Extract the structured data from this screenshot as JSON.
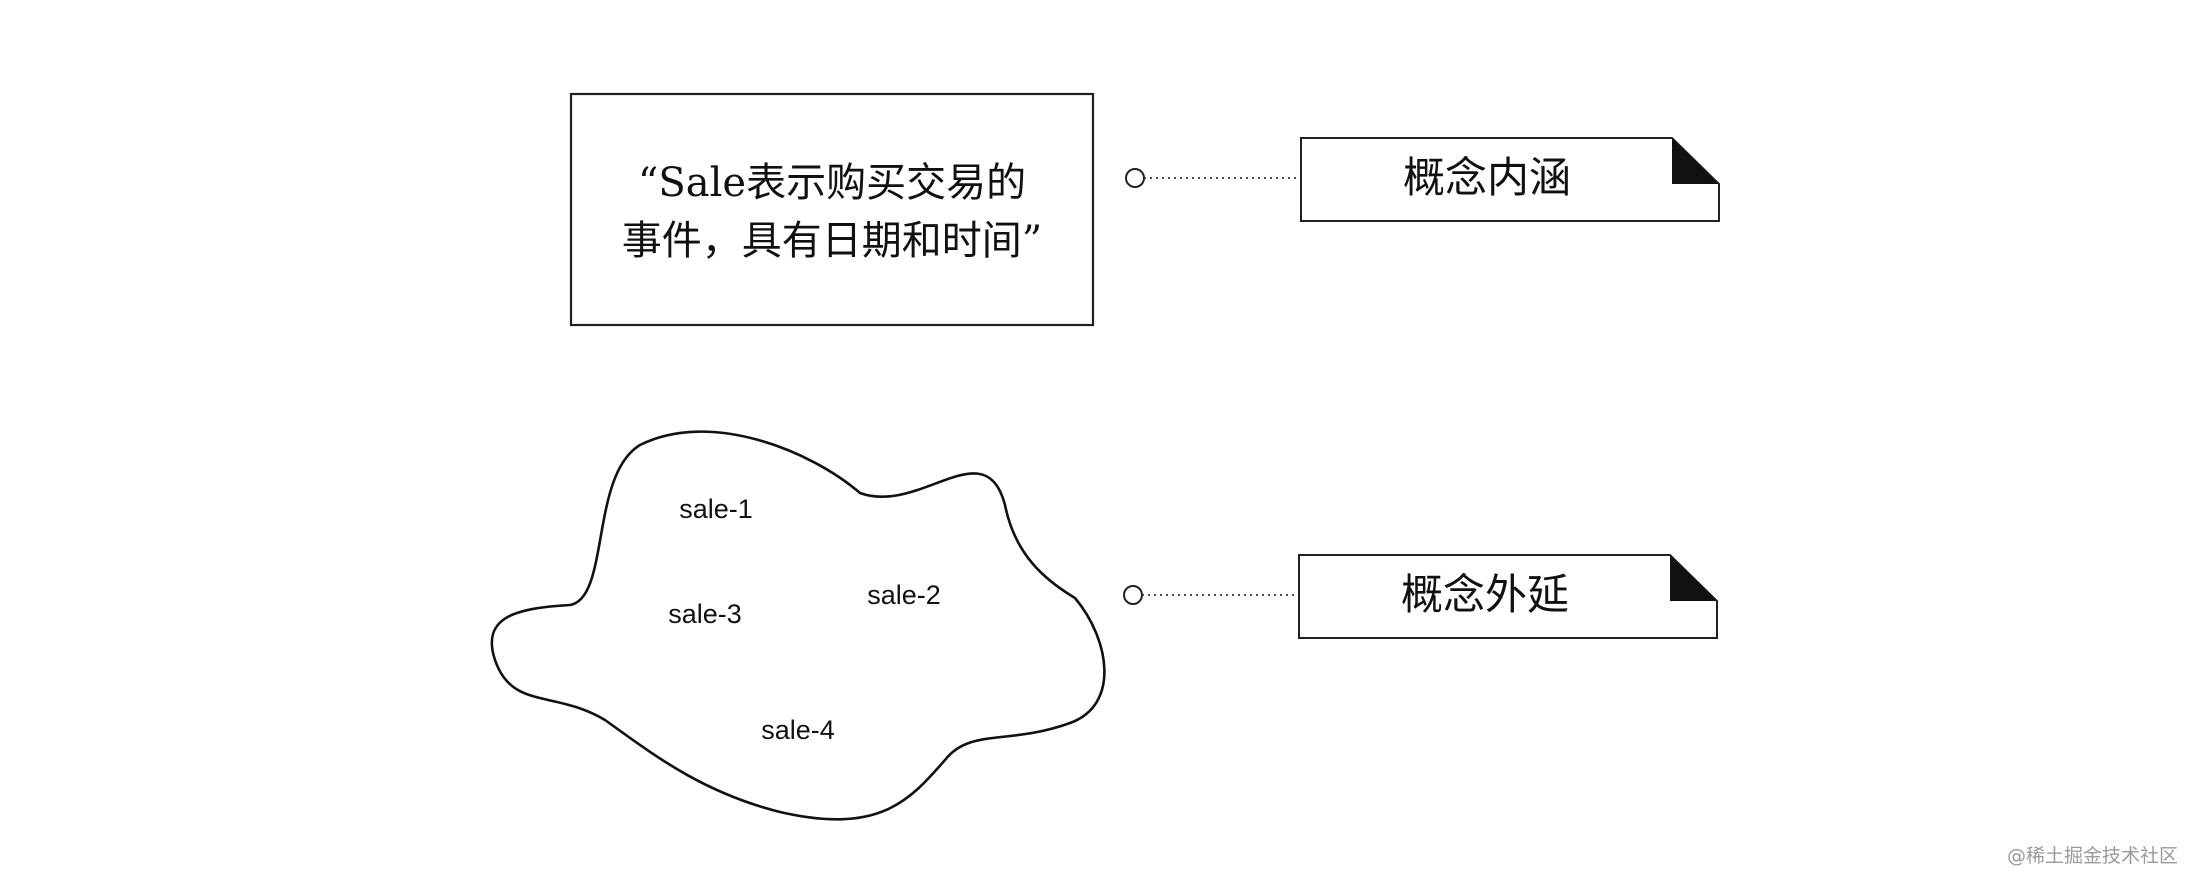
{
  "definition": {
    "line1": "“Sale表示购买交易的",
    "line2": "事件，具有日期和时间”"
  },
  "intension_note": {
    "label": "概念内涵"
  },
  "extension_note": {
    "label": "概念外延"
  },
  "instances": [
    "sale-1",
    "sale-2",
    "sale-3",
    "sale-4"
  ],
  "watermark": "@稀土掘金技术社区"
}
